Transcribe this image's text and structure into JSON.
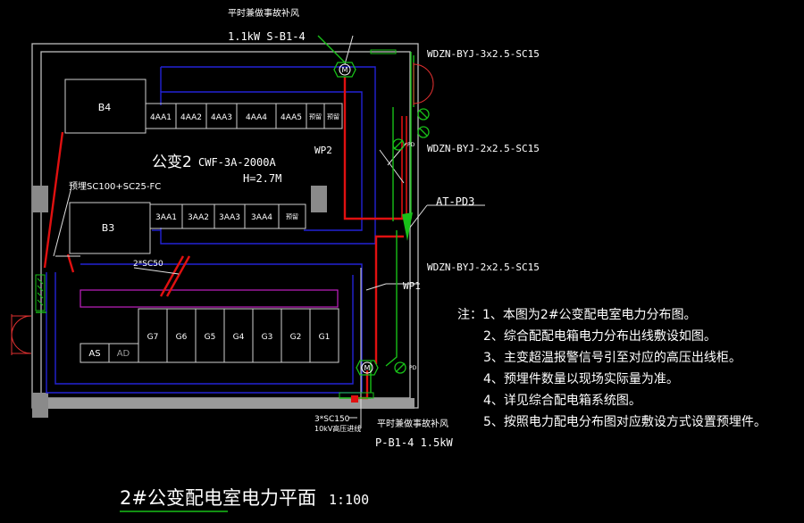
{
  "top_fan": {
    "note": "平时兼做事故补风",
    "spec": "1.1kW S-B1-4",
    "symbol": "M"
  },
  "bottom_fan": {
    "note": "平时兼做事故补风",
    "spec": "P-B1-4 1.5kW",
    "symbol": "M"
  },
  "transformers": [
    {
      "label": "B4",
      "cabinets": [
        "4AA1",
        "4AA2",
        "4AA3",
        "4AA4",
        "4AA5",
        "预留",
        "预留"
      ]
    },
    {
      "label": "B3",
      "cabinets": [
        "3AA1",
        "3AA2",
        "3AA3",
        "3AA4",
        "预留"
      ]
    }
  ],
  "substation_label": "公变2",
  "substation_model": "CWF-3A-2000A",
  "height_label": "H=2.7M",
  "embed_label": "预埋SC100+SC25-FC",
  "conduit_label": "2*SC50",
  "hv_cabinets": [
    "G7",
    "G6",
    "G5",
    "G4",
    "G3",
    "G2",
    "G1"
  ],
  "as_label": "AS",
  "ad_label": "AD",
  "cables": {
    "c1": "WDZN-BYJ-3x2.5-SC15",
    "c2": "WDZN-BYJ-2x2.5-SC15",
    "c3": "WDZN-BYJ-2x2.5-SC15"
  },
  "wp2": "WP2",
  "wp1": "WP1",
  "panel": "AT-PD3",
  "pd_marks": [
    "PD",
    "PD"
  ],
  "hv_incoming": {
    "line1": "3*SC150",
    "line2": "10kV高压进线"
  },
  "notes": {
    "heading": "注：1、本图为2#公变配电室电力分布图。",
    "items": [
      "2、综合配配电箱电力分布出线敷设如图。",
      "3、主变超温报警信号引至对应的高压出线柜。",
      "4、预埋件数量以现场实际量为准。",
      "4、详见综合配电箱系统图。",
      "5、按照电力配电分布图对应敷设方式设置预埋件。"
    ]
  },
  "title": {
    "main": "2#公变配电室电力平面",
    "scale": "1:100"
  }
}
